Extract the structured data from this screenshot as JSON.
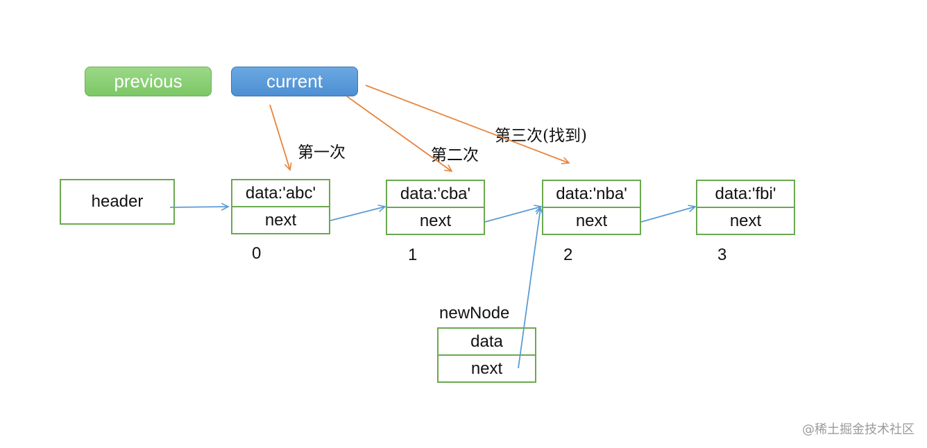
{
  "pointers": {
    "previous": "previous",
    "current": "current"
  },
  "header": "header",
  "steps": [
    "第一次",
    "第二次",
    "第三次(找到)"
  ],
  "nodes": [
    {
      "data": "data:'abc'",
      "next": "next",
      "index": "0"
    },
    {
      "data": "data:'cba'",
      "next": "next",
      "index": "1"
    },
    {
      "data": "data:'nba'",
      "next": "next",
      "index": "2"
    },
    {
      "data": "data:'fbi'",
      "next": "next",
      "index": "3"
    }
  ],
  "new_node": {
    "label": "newNode",
    "data": "data",
    "next": "next"
  },
  "watermark": "@稀土掘金技术社区",
  "colors": {
    "node_border": "#6aa84f",
    "link_arrow": "#5b9bd5",
    "step_arrow": "#e8833a",
    "previous_fill": "#7cc766",
    "current_fill": "#4d8fd2"
  }
}
